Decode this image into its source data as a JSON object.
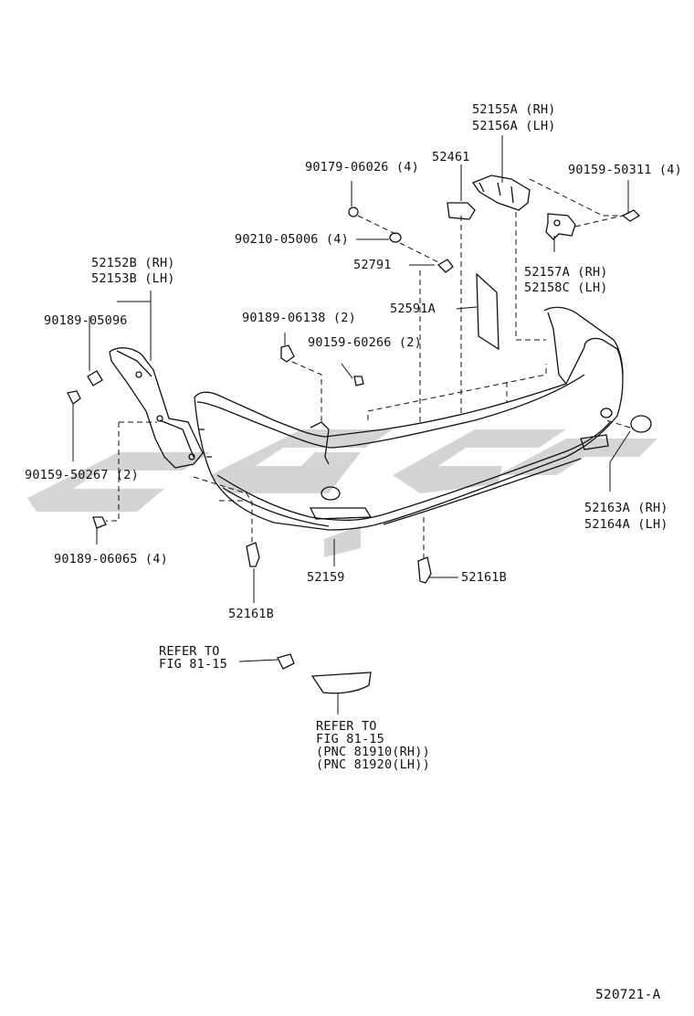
{
  "diagram_title": "",
  "figure_code": "520721-A",
  "watermark_text": "SGQ",
  "colors": {
    "line": "#111111",
    "watermark": "#d0d0d0",
    "background": "#ffffff"
  },
  "labels": {
    "p52155a": "52155A (RH)",
    "p52156a": "52156A (LH)",
    "p90179": "90179-06026 (4)",
    "p52461": "52461",
    "p90159_50311": "90159-50311 (4)",
    "p90210": "90210-05006 (4)",
    "p52791": "52791",
    "p52157a": "52157A (RH)",
    "p52158c": "52158C (LH)",
    "p52152b": "52152B (RH)",
    "p52153b": "52153B (LH)",
    "p52591a": "52591A",
    "p90189_05096": "90189-05096",
    "p90189_06138": "90189-06138 (2)",
    "p90159_60266": "90159-60266 (2)",
    "p90159_50267": "90159-50267 (2)",
    "p52163a": "52163A (RH)",
    "p52164a": "52164A (LH)",
    "p90189_06065": "90189-06065 (4)",
    "p52159": "52159",
    "p52161b_left": "52161B",
    "p52161b_right": "52161B",
    "refer1_line1": "REFER TO",
    "refer1_line2": "FIG 81-15",
    "refer2_line1": "REFER TO",
    "refer2_line2": "FIG 81-15",
    "refer2_line3": "(PNC 81910(RH))",
    "refer2_line4": "(PNC 81920(LH))"
  }
}
